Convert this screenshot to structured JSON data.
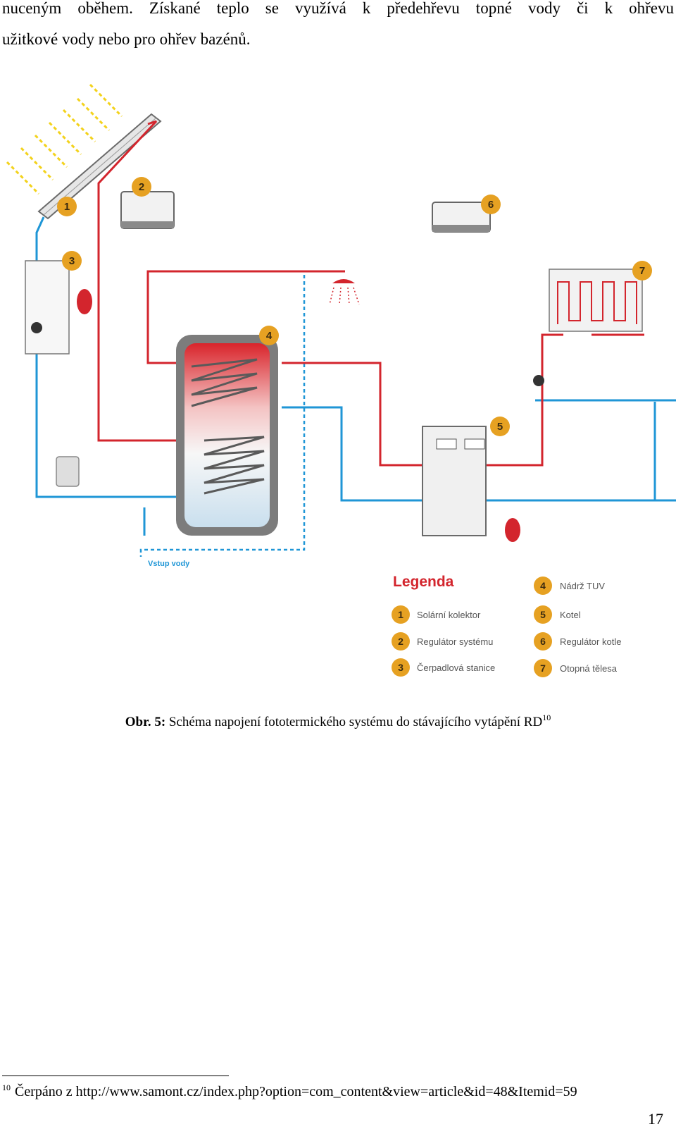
{
  "text": {
    "line1": "nuceným oběhem. Získané teplo se využívá k předehřevu topné vody či k ohřevu",
    "line2": "užitkové vody nebo pro ohřev bazénů."
  },
  "figure": {
    "water_inlet_label": "Vstup vody",
    "legend_title": "Legenda",
    "legend": [
      {
        "num": "1",
        "label": "Solární kolektor"
      },
      {
        "num": "2",
        "label": "Regulátor systému"
      },
      {
        "num": "3",
        "label": "Čerpadlová stanice"
      },
      {
        "num": "4",
        "label": "Nádrž TUV"
      },
      {
        "num": "5",
        "label": "Kotel"
      },
      {
        "num": "6",
        "label": "Regulátor kotle"
      },
      {
        "num": "7",
        "label": "Otopná tělesa"
      }
    ],
    "colors": {
      "hot": "#d3252d",
      "cold": "#1f96d6",
      "badge": "#e6a122",
      "sun": "#f3d21b"
    }
  },
  "caption": {
    "label": "Obr. 5:",
    "text": " Schéma napojení fototermického systému do stávajícího vytápění RD",
    "ref": "10"
  },
  "footnote": {
    "num": "10",
    "text": "Čerpáno z http://www.samont.cz/index.php?option=com_content&view=article&id=48&Itemid=59"
  },
  "page_number": "17"
}
